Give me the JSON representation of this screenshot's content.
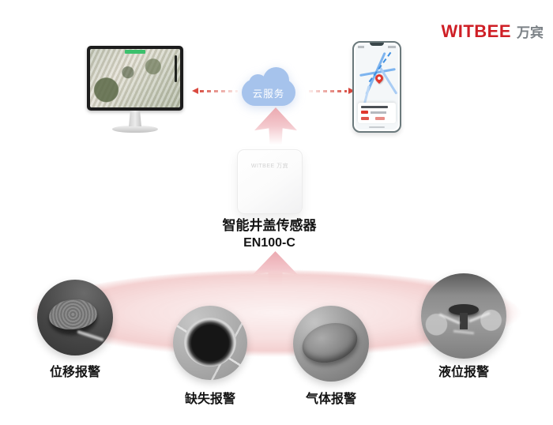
{
  "header": {
    "brand": {
      "name": "WITBEE",
      "cjk": "万宾"
    }
  },
  "diagram": {
    "cloud": {
      "label": "云服务"
    },
    "device": {
      "brand_label": "WITBEE 万宾",
      "title": "智能井盖传感器",
      "model": "EN100-C"
    },
    "alarms": [
      {
        "label": "位移报警",
        "photo": "displaced-manhole-cover"
      },
      {
        "label": "缺失报警",
        "photo": "missing-manhole-cover"
      },
      {
        "label": "气体报警",
        "photo": "tilted-manhole-cover-gas"
      },
      {
        "label": "液位报警",
        "photo": "overflowing-manhole-water"
      }
    ],
    "icons": {
      "monitor": "desktop-monitor-3d-city-map",
      "phone": "smartphone-map-app-with-pin",
      "cloud": "cloud-service-icon",
      "links": "red-dashed-arrows-to-monitor-and-phone",
      "flow": "pink-up-arrows-sensor-to-cloud"
    }
  },
  "colors": {
    "brand_red": "#cf1f26",
    "brand_gray": "#7c8287",
    "cloud_blue": "#a6c3ec",
    "arrow_red": "#da4a40",
    "arrow_pink": "#eba9b0",
    "platform_pink": "#f7dddd",
    "text_dark": "#141414"
  }
}
